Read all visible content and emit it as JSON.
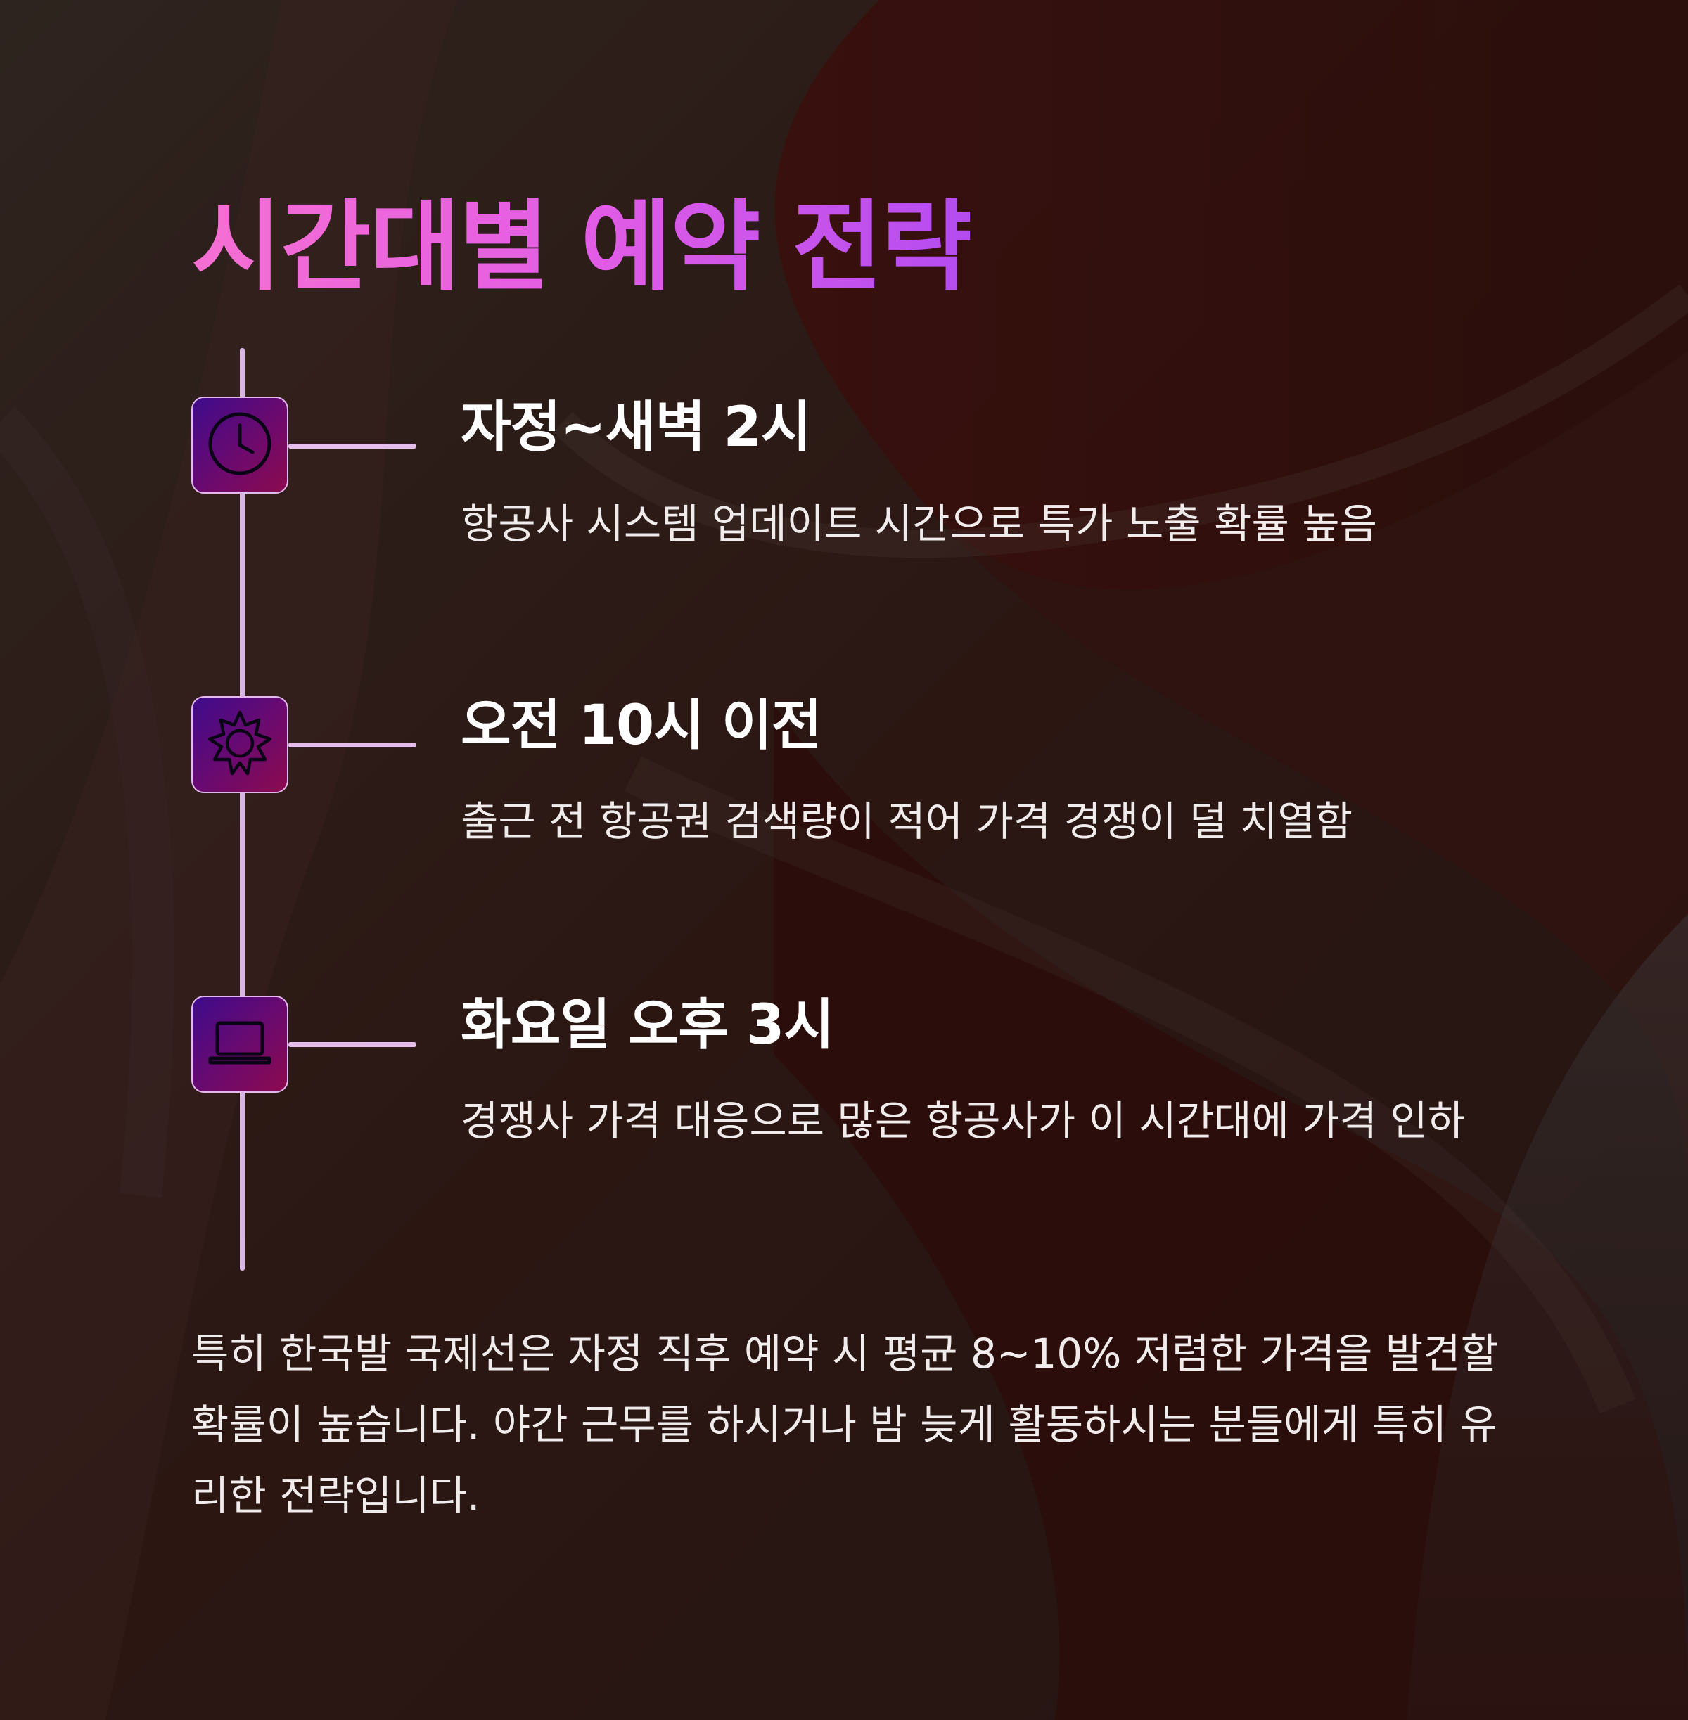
{
  "title": "시간대별 예약 전략",
  "timeline": [
    {
      "icon": "clock-icon",
      "title": "자정~새벽 2시",
      "description": "항공사 시스템 업데이트 시간으로 특가 노출 확률 높음"
    },
    {
      "icon": "sun-icon",
      "title": "오전 10시 이전",
      "description": "출근 전 항공권 검색량이 적어 가격 경쟁이 덜 치열함"
    },
    {
      "icon": "laptop-icon",
      "title": "화요일 오후 3시",
      "description": "경쟁사 가격 대응으로 많은 항공사가 이 시간대에 가격 인하"
    }
  ],
  "footer": "특히 한국발 국제선은 자정 직후 예약 시 평균 8~10% 저렴한 가격을 발견할 확률이 높습니다. 야간 근무를 하시거나 밤 늦게 활동하시는 분들에게 특히 유리한 전략입니다.",
  "colors": {
    "title_gradient_start": "#f56fd2",
    "title_gradient_end": "#b44cf0",
    "icon_box_start": "#3e0b8c",
    "icon_box_end": "#8c0a4e",
    "timeline": "#d8b6e4",
    "background": "#2a1a17"
  }
}
